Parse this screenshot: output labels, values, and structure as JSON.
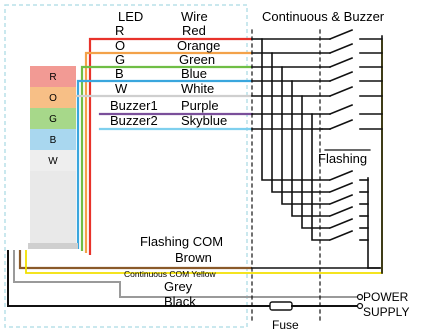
{
  "header": {
    "led": "LED",
    "wire": "Wire",
    "continuous_buzzer": "Continuous & Buzzer",
    "flashing": "Flashing"
  },
  "wires": [
    {
      "led": "R",
      "wire": "Red",
      "color": "#e8322a"
    },
    {
      "led": "O",
      "wire": "Orange",
      "color": "#f3a24a"
    },
    {
      "led": "G",
      "wire": "Green",
      "color": "#6fbe45"
    },
    {
      "led": "B",
      "wire": "Blue",
      "color": "#3aa6dd"
    },
    {
      "led": "W",
      "wire": "White",
      "color": "#cfcfcf"
    },
    {
      "led": "Buzzer1",
      "wire": "Purple",
      "color": "#7a4f9a"
    },
    {
      "led": "Buzzer2",
      "wire": "Skyblue",
      "color": "#7fd0ee"
    }
  ],
  "tower": {
    "segments": [
      {
        "label": "R",
        "color": "#f29a94"
      },
      {
        "label": "O",
        "color": "#f7bf86"
      },
      {
        "label": "G",
        "color": "#a7d88a"
      },
      {
        "label": "B",
        "color": "#a9d7ef"
      },
      {
        "label": "W",
        "color": "#eeeeee"
      }
    ]
  },
  "bottom": {
    "flashing_com": "Flashing COM",
    "brown": "Brown",
    "continuous_com_yellow": "Continuous COM Yellow",
    "grey": "Grey",
    "black": "Black",
    "power_supply_1": "POWER",
    "power_supply_2": "SUPPLY",
    "fuse": "Fuse"
  },
  "colors": {
    "brown": "#8a5a2a",
    "yellow": "#f2e000",
    "grey": "#9a9a9a",
    "black": "#111111",
    "dashed_box": "#b9e1e8"
  }
}
